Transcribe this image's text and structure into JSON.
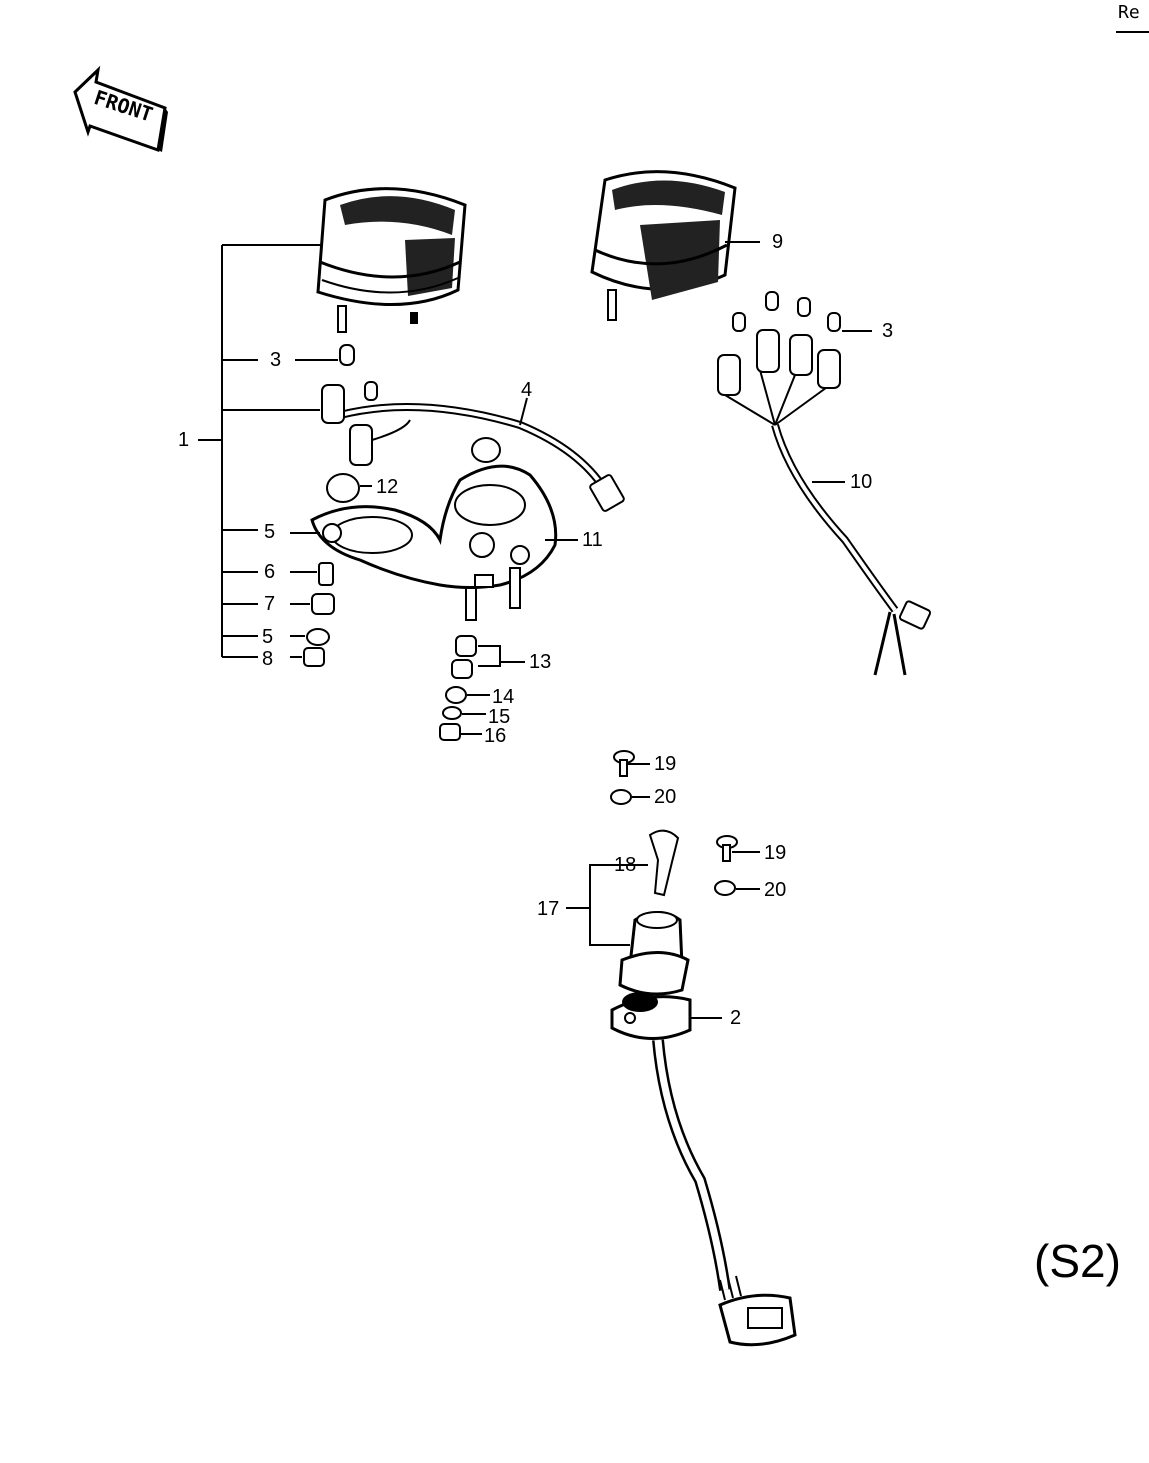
{
  "header": {
    "ref_text": "Re"
  },
  "front_label": "FRONT",
  "section_code": "(S2)",
  "callouts": {
    "c1": "1",
    "c2": "2",
    "c3a": "3",
    "c3b": "3",
    "c4": "4",
    "c5a": "5",
    "c5b": "5",
    "c6": "6",
    "c7": "7",
    "c8": "8",
    "c9": "9",
    "c10": "10",
    "c11": "11",
    "c12": "12",
    "c13": "13",
    "c14": "14",
    "c15": "15",
    "c16": "16",
    "c17": "17",
    "c18": "18",
    "c19a": "19",
    "c19b": "19",
    "c20a": "20",
    "c20b": "20"
  }
}
